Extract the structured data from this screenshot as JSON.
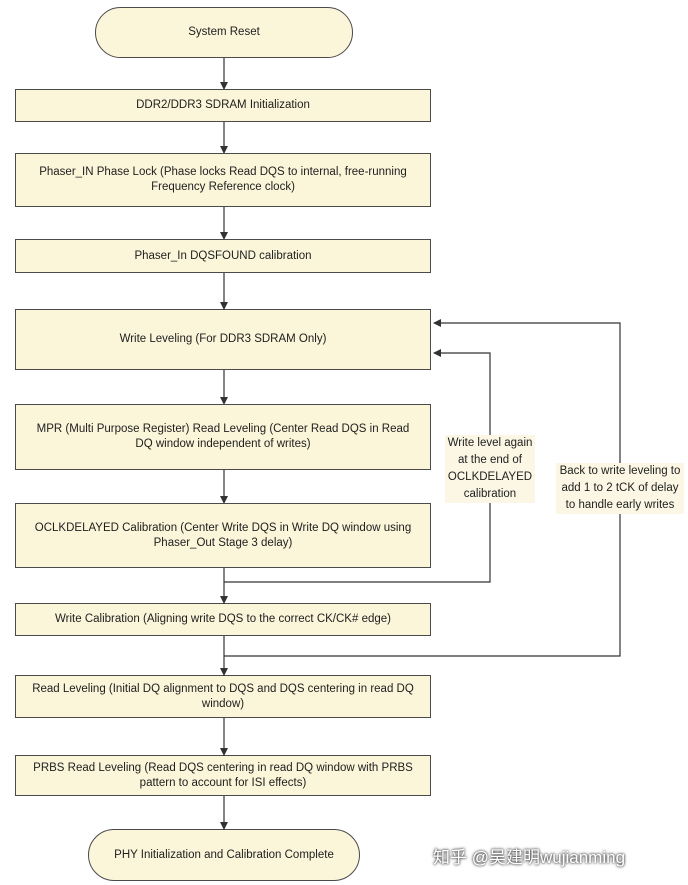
{
  "nodes": {
    "system_reset": "System Reset",
    "sdram_init": "DDR2/DDR3 SDRAM Initialization",
    "phaser_in_lock": "Phaser_IN Phase Lock (Phase locks Read DQS to internal, free-running Frequency Reference clock)",
    "dqsfound_cal": "Phaser_In DQSFOUND calibration",
    "write_leveling": "Write Leveling (For DDR3 SDRAM Only)",
    "mpr_read_leveling": "MPR (Multi Purpose Register) Read Leveling (Center Read DQS in Read DQ window independent of writes)",
    "oclkdelayed_cal": "OCLKDELAYED Calibration (Center Write DQS in Write DQ window using Phaser_Out Stage 3 delay)",
    "write_calibration": "Write Calibration (Aligning write DQS to the correct CK/CK# edge)",
    "read_leveling": "Read Leveling (Initial DQ alignment to DQS and DQS centering in read DQ window)",
    "prbs_read_leveling": "PRBS Read Leveling (Read DQS centering in read DQ window with PRBS pattern to account for ISI effects)",
    "phy_complete": "PHY Initialization and Calibration Complete"
  },
  "notes": {
    "write_level_again": "Write level again at the end of OCLKDELAYED calibration",
    "back_to_write_leveling": "Back to write leveling to add 1 to 2 tCK of delay to handle early writes"
  },
  "watermark": "知乎 @吴建明wujianming"
}
